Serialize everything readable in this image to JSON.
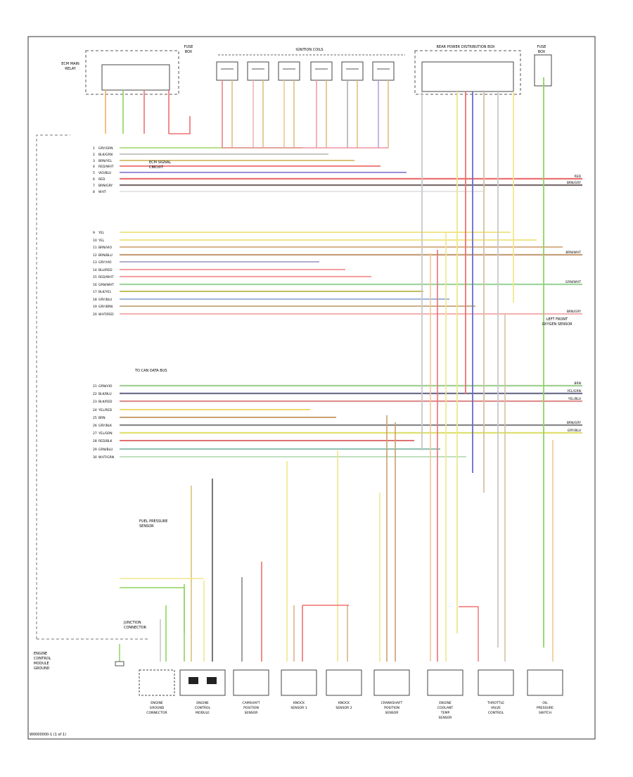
{
  "diagram": {
    "footer_code": "W0000000-1 (1 of 1)",
    "top_components": [
      {
        "key": "ecm_main_relay",
        "lines": [
          "ECM MAIN",
          "RELAY"
        ]
      },
      {
        "key": "fuse_box",
        "lines": [
          "FUSE",
          "BOX"
        ]
      },
      {
        "key": "ignition_coils",
        "lines": [
          "IGNITION COILS"
        ]
      },
      {
        "key": "rear_jbox",
        "lines": [
          "REAR POWER DISTRIBUTION BOX"
        ]
      },
      {
        "key": "fuse_small",
        "lines": [
          "FUSE",
          "BOX"
        ]
      }
    ],
    "left_notes": {
      "ground_note": [
        "ENGINE",
        "CONTROL",
        "MODULE",
        "GROUND"
      ],
      "junction_note": [
        "JUNCTION",
        "CONNECTOR"
      ]
    },
    "row_labels": [
      "GRY/GRN",
      "BLK/GRN",
      "BRN/YEL",
      "RED/WHT",
      "VIO/BLU",
      "RED",
      "BRN/GRY",
      "WHT",
      "YEL",
      "YEL",
      "BRN/VIO",
      "BRN/BLU",
      "GRY/VIO",
      "BLU/RED",
      "RED/WHT",
      "GRN/WHT",
      "BLK/YEL",
      "GRY/BLU",
      "GRY/BRN",
      "WHT/RED",
      "GRN/VIO",
      "BLK/BLU",
      "BLK/RED",
      "YEL/RED",
      "BRN",
      "GRY/BLK",
      "YEL/GRN",
      "RED/BLK",
      "GRN/BLU",
      "WHT/GRN"
    ],
    "right_labels": [
      "RED",
      "BRN/GRY",
      "BRN/WHT",
      "GRN/WHT",
      "BRN/GRY",
      "BRN",
      "YEL/GRN",
      "YEL/BLU",
      "BRN/GRY",
      "GRY/BLU"
    ],
    "side_notes": {
      "mid_right": [
        "LEFT FRONT",
        "OXYGEN SENSOR"
      ],
      "signal_note": [
        "TO CAN DATA BUS"
      ],
      "mid_note": [
        "ECM SIGNAL",
        "CIRCUIT"
      ],
      "lower_note": [
        "FUEL PRESSURE",
        "SENSOR"
      ]
    },
    "bottom_components": [
      {
        "key": "ground_conn",
        "lines": [
          "ENGINE",
          "GROUND",
          "CONNECTOR"
        ]
      },
      {
        "key": "ecm",
        "lines": [
          "ENGINE",
          "CONTROL",
          "MODULE"
        ]
      },
      {
        "key": "sensor_2",
        "lines": [
          "CAMSHAFT",
          "POSITION",
          "SENSOR"
        ]
      },
      {
        "key": "sensor_3",
        "lines": [
          "KNOCK",
          "SENSOR 1"
        ]
      },
      {
        "key": "sensor_4",
        "lines": [
          "KNOCK",
          "SENSOR 2"
        ]
      },
      {
        "key": "sensor_5",
        "lines": [
          "CRANKSHAFT",
          "POSITION",
          "SENSOR"
        ]
      },
      {
        "key": "sensor_6",
        "lines": [
          "ENGINE",
          "COOLANT",
          "TEMP",
          "SENSOR"
        ]
      },
      {
        "key": "sensor_7",
        "lines": [
          "THROTTLE",
          "VALVE",
          "CONTROL"
        ]
      },
      {
        "key": "sensor_8",
        "lines": [
          "OIL",
          "PRESSURE",
          "SWITCH"
        ]
      }
    ]
  }
}
